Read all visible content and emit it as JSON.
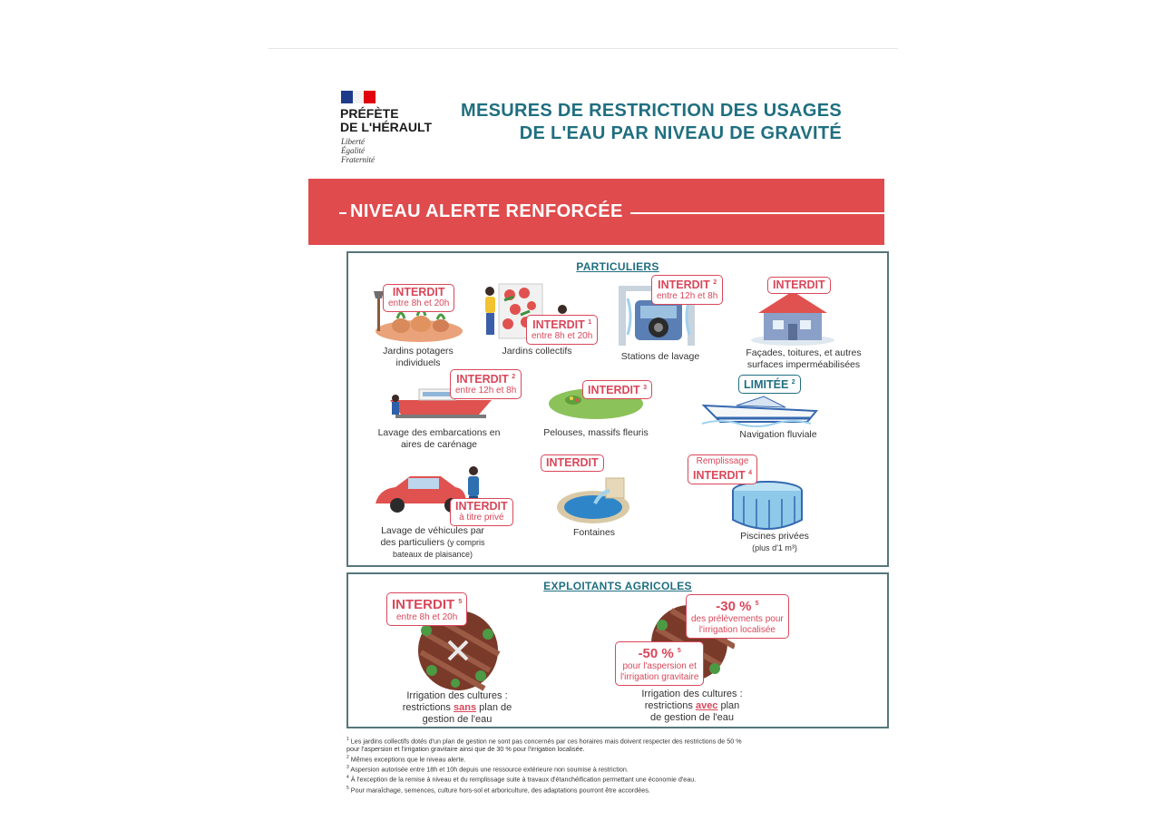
{
  "header": {
    "prefecture_line1": "PRÉFÈTE",
    "prefecture_line2": "DE L'HÉRAULT",
    "motto_1": "Liberté",
    "motto_2": "Égalité",
    "motto_3": "Fraternité",
    "title_line1": "MESURES DE RESTRICTION DES USAGES",
    "title_line2": "DE L'EAU PAR NIVEAU DE GRAVITÉ"
  },
  "level": {
    "title": "NIVEAU ALERTE RENFORCÉE"
  },
  "colors": {
    "red_band": "#e04b4e",
    "teal": "#1f6f80",
    "badge_red": "#d9475a",
    "border": "#55767a"
  },
  "particuliers": {
    "title": "PARTICULIERS",
    "items": [
      {
        "caption_1": "Jardins potagers",
        "caption_2": "individuels",
        "badge_main": "INTERDIT",
        "badge_sub": "entre 8h et 20h",
        "icon": "vegetable-garden-icon"
      },
      {
        "caption_1": "Jardins collectifs",
        "badge_main": "INTERDIT",
        "badge_sup": "1",
        "badge_sub": "entre 8h et 20h",
        "icon": "community-garden-icon"
      },
      {
        "caption_1": "Stations de lavage",
        "badge_main": "INTERDIT",
        "badge_sup": "2",
        "badge_sub": "entre 12h et 8h",
        "icon": "car-wash-icon"
      },
      {
        "caption_1": "Façades, toitures, et autres",
        "caption_2": "surfaces imperméabilisées",
        "badge_main": "INTERDIT",
        "icon": "house-icon"
      },
      {
        "caption_1": "Lavage des embarcations en",
        "caption_2": "aires de carénage",
        "badge_main": "INTERDIT",
        "badge_sup": "2",
        "badge_sub": "entre 12h et 8h",
        "icon": "boat-cleaning-icon"
      },
      {
        "caption_1": "Pelouses, massifs fleuris",
        "badge_main": "INTERDIT",
        "badge_sup": "3",
        "icon": "lawn-icon"
      },
      {
        "caption_1": "Navigation fluviale",
        "badge_main": "LIMITÉE",
        "badge_sup": "2",
        "icon": "motorboat-icon"
      },
      {
        "caption_1": "Lavage de véhicules par",
        "caption_2": "des particuliers",
        "caption_2b": "(y compris",
        "caption_3": "bateaux de plaisance)",
        "badge_main": "INTERDIT",
        "badge_sub": "à titre privé",
        "icon": "car-washing-person-icon"
      },
      {
        "caption_1": "Fontaines",
        "badge_main": "INTERDIT",
        "icon": "fountain-icon"
      },
      {
        "caption_1": "Piscines privées",
        "caption_2": "(plus d'1 m³)",
        "badge_top": "Remplissage",
        "badge_main": "INTERDIT",
        "badge_sup": "4",
        "icon": "pool-icon"
      }
    ]
  },
  "agricoles": {
    "title": "EXPLOITANTS AGRICOLES",
    "left": {
      "badge_main": "INTERDIT",
      "badge_sup": "5",
      "badge_sub": "entre 8h et 20h",
      "caption_1": "Irrigation des cultures :",
      "caption_2a": "restrictions ",
      "caption_2b": "sans",
      "caption_2c": " plan de",
      "caption_3": "gestion de l'eau"
    },
    "right": {
      "badge1_main": "-30 %",
      "badge1_sup": "5",
      "badge1_sub1": "des prélèvements pour",
      "badge1_sub2": "l'irrigation localisée",
      "badge2_main": "-50 %",
      "badge2_sup": "5",
      "badge2_sub1": "pour l'aspersion et",
      "badge2_sub2": "l'irrigation gravitaire",
      "caption_1": "Irrigation des cultures :",
      "caption_2a": "restrictions ",
      "caption_2b": "avec",
      "caption_2c": " plan",
      "caption_3": "de gestion de l'eau"
    }
  },
  "footnotes": {
    "n1_line1": "Les jardins collectifs dotés d'un plan de gestion ne sont pas concernés par ces horaires mais doivent respecter des restrictions de 50 %",
    "n1_line2": "pour l'aspersion et l'irrigation gravitaire ainsi que de 30 % pour l'irrigation localisée.",
    "n2": "Mêmes exceptions que le niveau alerte.",
    "n3": "Aspersion autorisée entre 18h et 10h depuis une ressource extérieure non soumise à restriction.",
    "n4": "À l'exception de la remise à niveau et du remplissage suite à travaux d'étanchéification permettant une économie d'eau.",
    "n5": "Pour maraîchage, semences, culture hors-sol et arboriculture, des adaptations pourront être accordées."
  }
}
